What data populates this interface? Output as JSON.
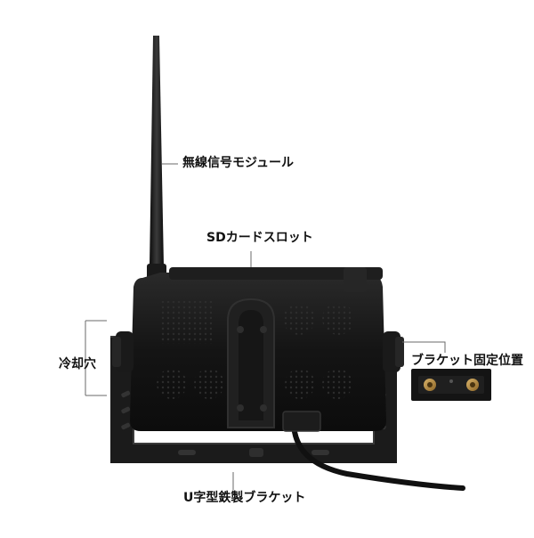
{
  "labels": {
    "antenna": "無線信号モジュール",
    "sd_slot": "SDカードスロット",
    "cooling": "冷却穴",
    "bracket_position": "ブラケット固定位置",
    "u_bracket": "U字型鉄製ブラケット"
  },
  "colors": {
    "background": "#ffffff",
    "device_body": "#121212",
    "leader_line": "#6a6a6a",
    "label_text": "#111111",
    "brass_insert": "#b58a3e"
  }
}
